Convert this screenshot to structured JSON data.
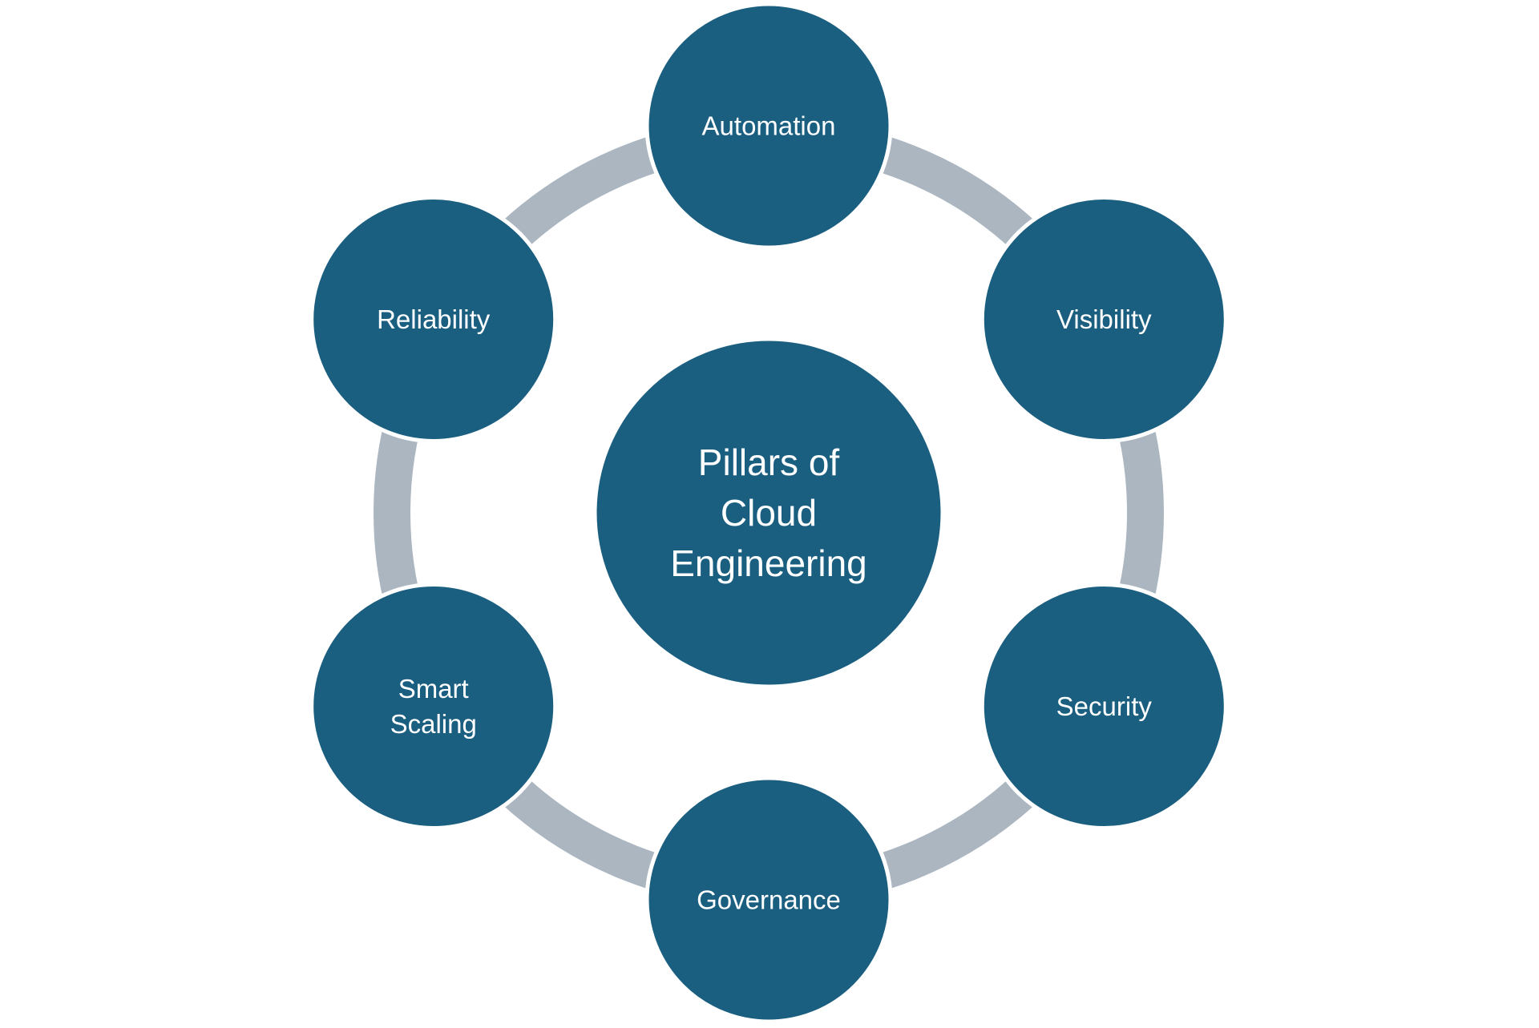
{
  "diagram": {
    "type": "radial-hub",
    "colors": {
      "node_fill": "#1A5E80",
      "node_outline": "#FFFFFF",
      "connector_ring": "#ABB6C1",
      "label_text": "#FFFFFF",
      "background": "#FFFFFF"
    },
    "center": {
      "lines": [
        "Pillars of",
        "Cloud",
        "Engineering"
      ]
    },
    "pillars": [
      {
        "id": "automation",
        "lines": [
          "Automation"
        ],
        "position": "top"
      },
      {
        "id": "visibility",
        "lines": [
          "Visibility"
        ],
        "position": "upper-right"
      },
      {
        "id": "security",
        "lines": [
          "Security"
        ],
        "position": "lower-right"
      },
      {
        "id": "governance",
        "lines": [
          "Governance"
        ],
        "position": "bottom"
      },
      {
        "id": "smart-scaling",
        "lines": [
          "Smart",
          "Scaling"
        ],
        "position": "lower-left"
      },
      {
        "id": "reliability",
        "lines": [
          "Reliability"
        ],
        "position": "upper-left"
      }
    ]
  }
}
